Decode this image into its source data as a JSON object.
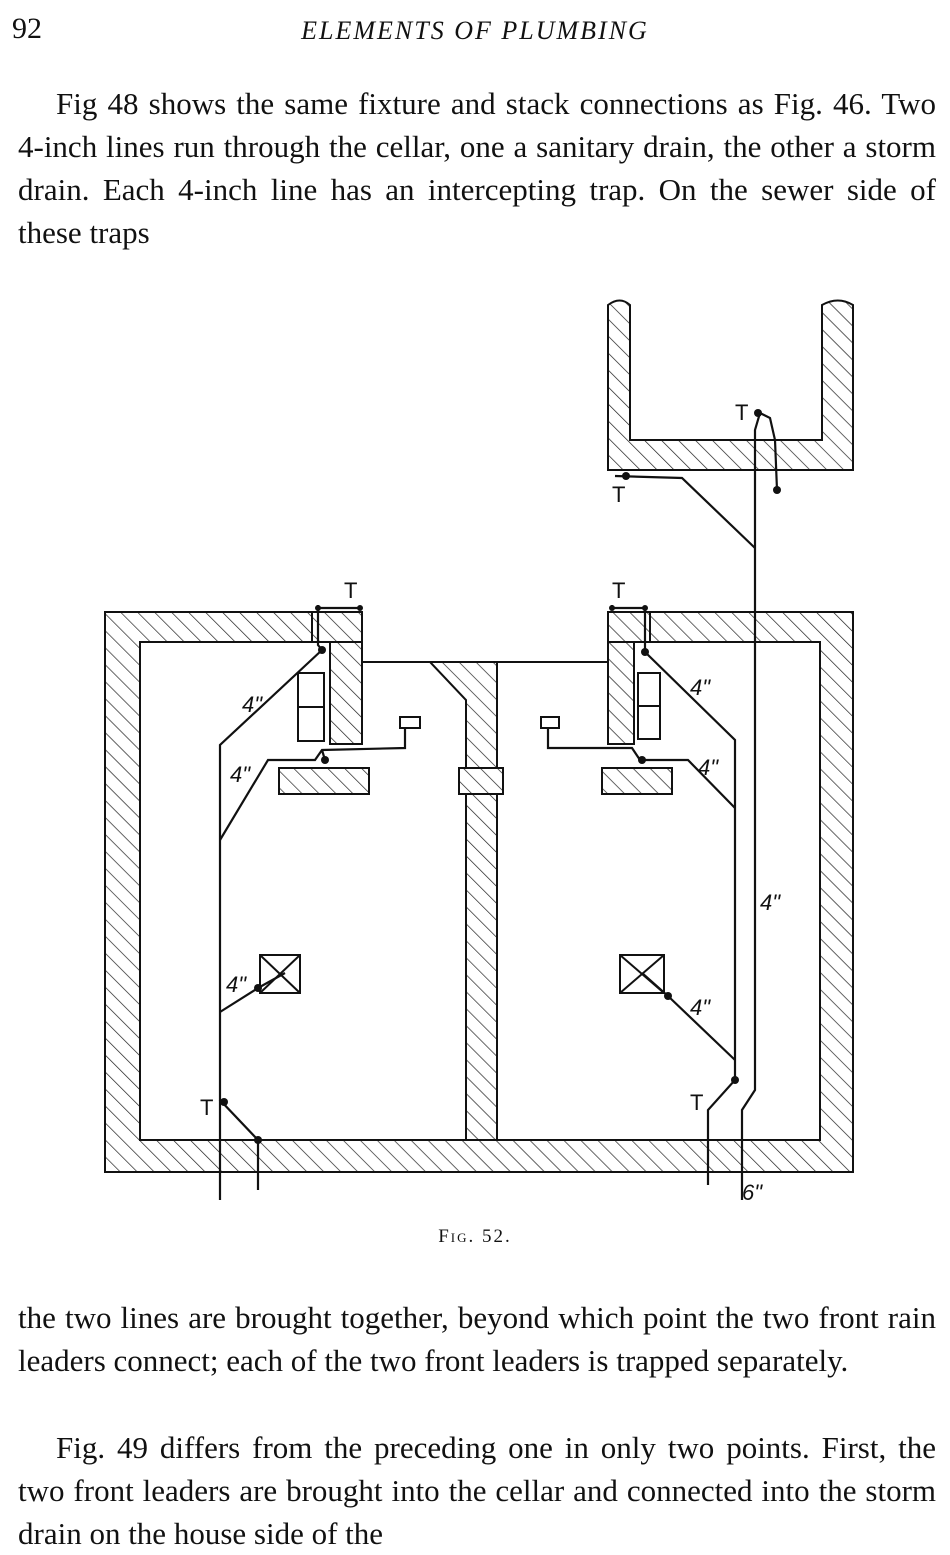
{
  "header": {
    "page_number": "92",
    "running_title": "ELEMENTS OF PLUMBING"
  },
  "paragraphs": [
    "Fig 48 shows the same fixture and stack connections as Fig. 46. Two 4-inch lines run through the cellar, one a sanitary drain, the other a storm drain. Each 4-inch line has an intercepting trap. On the sewer side of these traps",
    "the two lines are brought together, beyond which point the two front rain leaders connect; each of the two front leaders is trapped separately.",
    "Fig. 49 differs from the preceding one in only two points. First, the two front leaders are brought into the cellar and connected into the storm drain on the house side of the"
  ],
  "figure": {
    "caption": "Fig. 52.",
    "labels": {
      "trap": "T",
      "four_inch": "4\"",
      "six_inch": "6\""
    }
  }
}
